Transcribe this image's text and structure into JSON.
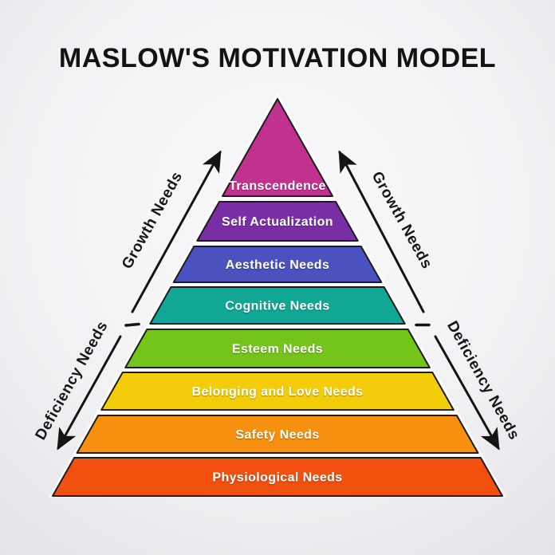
{
  "title": "MASLOW'S MOTIVATION MODEL",
  "pyramid": {
    "outline_color": "#1c1c1c",
    "gap_color": "#ffffff",
    "label_color": "#ffffff",
    "levels": [
      {
        "label": "Transcendence",
        "color": "#c2318f"
      },
      {
        "label": "Self Actualization",
        "color": "#7a2ea6"
      },
      {
        "label": "Aesthetic Needs",
        "color": "#4b51be"
      },
      {
        "label": "Cognitive Needs",
        "color": "#10a795"
      },
      {
        "label": "Esteem Needs",
        "color": "#74c41c"
      },
      {
        "label": "Belonging and Love Needs",
        "color": "#f3cc0a"
      },
      {
        "label": "Safety Needs",
        "color": "#f78f0f"
      },
      {
        "label": "Physiological Needs",
        "color": "#f1500e"
      }
    ]
  },
  "annotations": {
    "arrow_color": "#141414",
    "growth_label": "Growth Needs",
    "deficiency_label": "Deficiency Needs"
  }
}
